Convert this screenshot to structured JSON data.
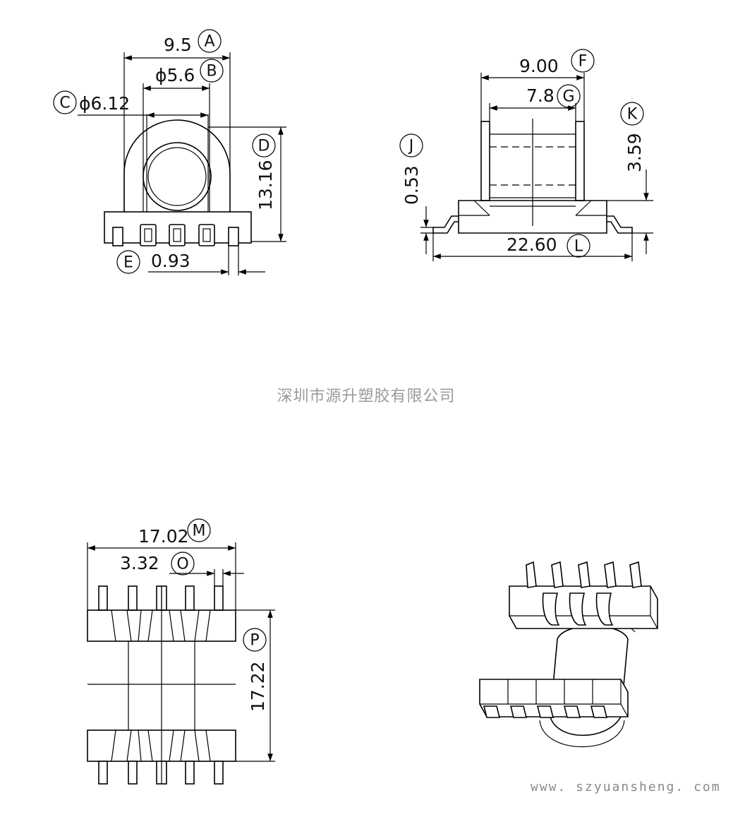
{
  "company_name": "深圳市源升塑胶有限公司",
  "website": "www. szyuansheng. com",
  "front_view": {
    "dims": [
      {
        "letter": "A",
        "value": "9.5"
      },
      {
        "letter": "B",
        "value": "ϕ5.6"
      },
      {
        "letter": "C",
        "value": "ϕ6.12"
      },
      {
        "letter": "D",
        "value": "13.16"
      },
      {
        "letter": "E",
        "value": "0.93"
      }
    ]
  },
  "side_view": {
    "dims": [
      {
        "letter": "F",
        "value": "9.00"
      },
      {
        "letter": "G",
        "value": "7.8"
      },
      {
        "letter": "J",
        "value": "0.53"
      },
      {
        "letter": "K",
        "value": "3.59"
      },
      {
        "letter": "L",
        "value": "22.60"
      }
    ]
  },
  "bottom_view": {
    "dims": [
      {
        "letter": "M",
        "value": "17.02"
      },
      {
        "letter": "O",
        "value": "3.32"
      },
      {
        "letter": "P",
        "value": "17.22"
      }
    ]
  }
}
